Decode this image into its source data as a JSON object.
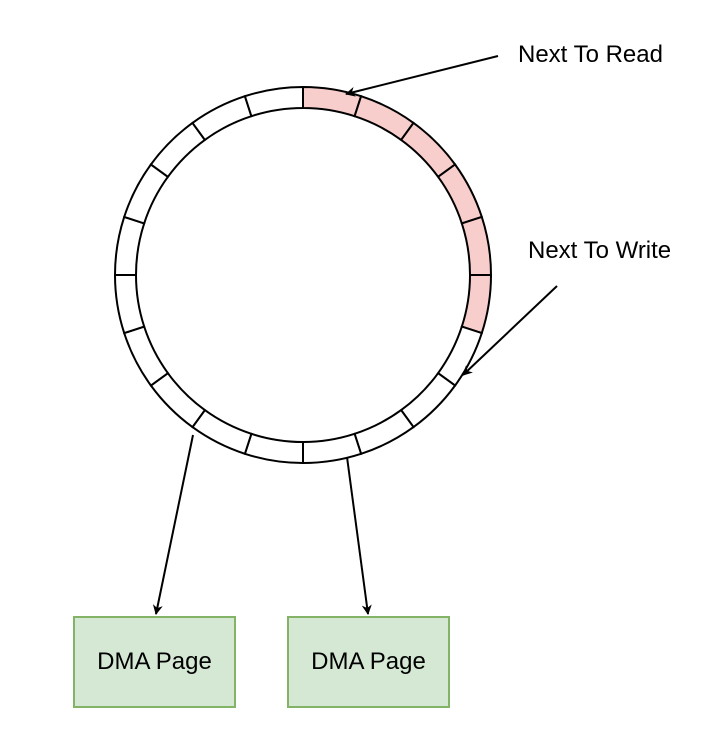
{
  "ring_buffer": {
    "segment_count": 20,
    "highlighted_segments": [
      0,
      1,
      2,
      3,
      4,
      5
    ],
    "highlight_color": "#f8cecc",
    "empty_color": "#ffffff",
    "stroke_color": "#000000"
  },
  "labels": {
    "next_to_read": "Next To Read",
    "next_to_write": "Next To Write"
  },
  "dma_pages": [
    {
      "label": "DMA Page",
      "fill_color": "#d5e8d4",
      "border_color": "#82b366"
    },
    {
      "label": "DMA Page",
      "fill_color": "#d5e8d4",
      "border_color": "#82b366"
    }
  ]
}
